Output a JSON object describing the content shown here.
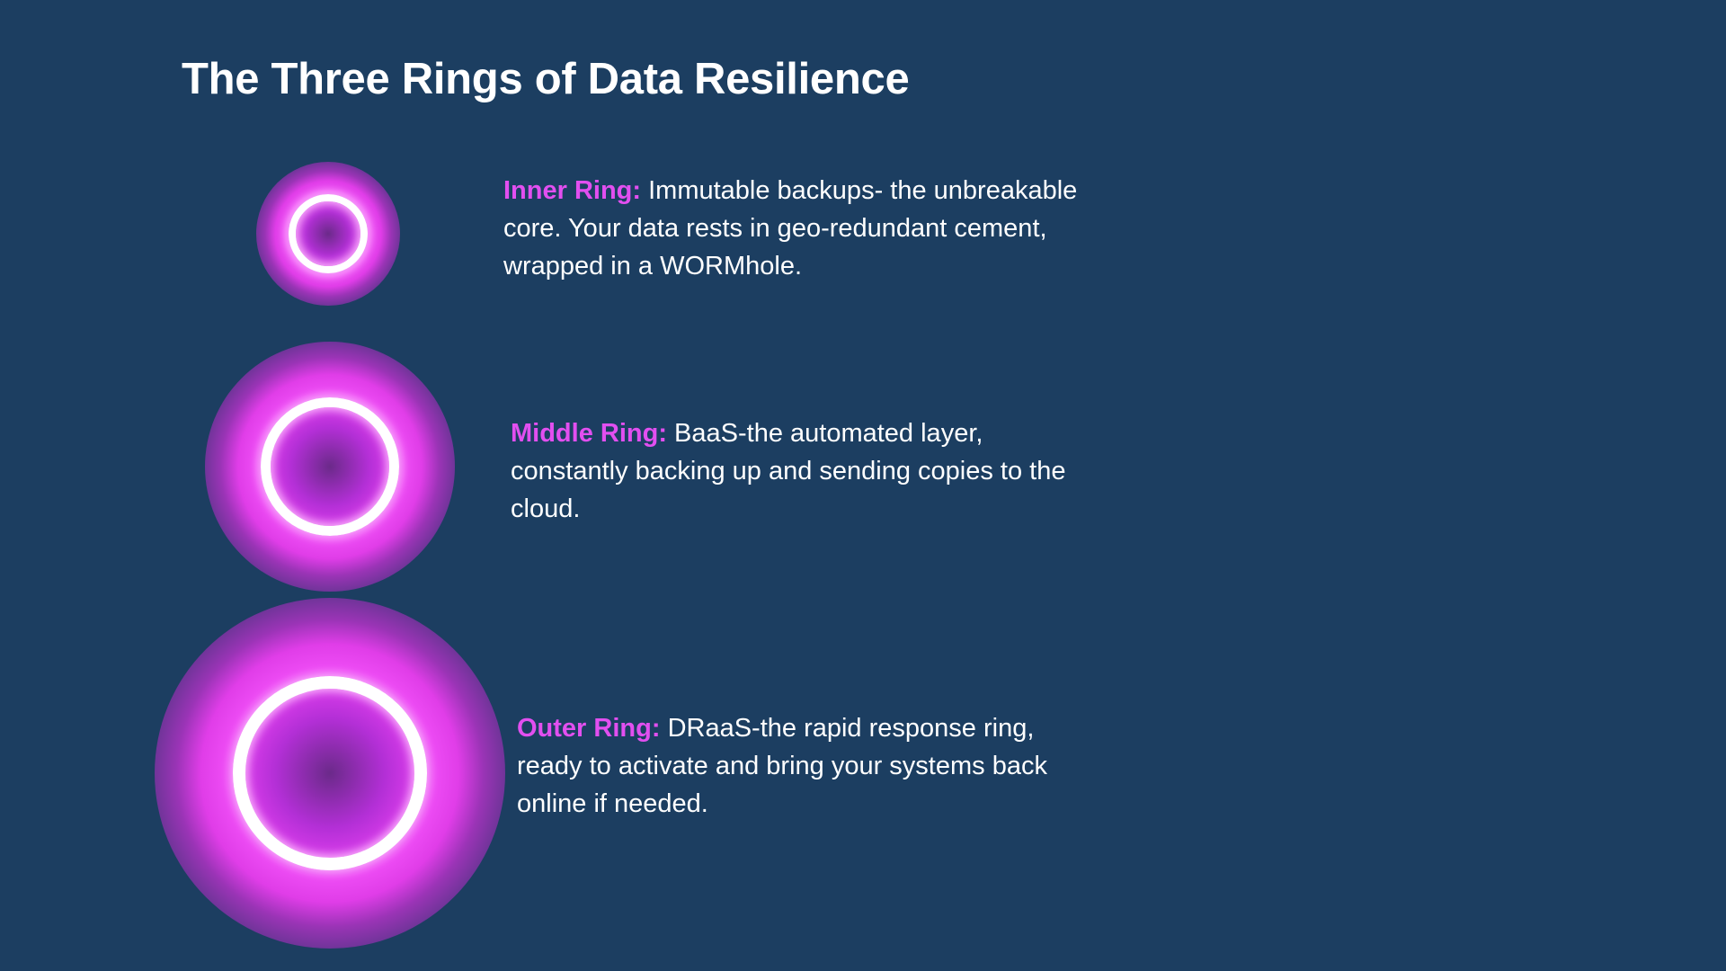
{
  "title": "The Three Rings of Data Resilience",
  "colors": {
    "background": "#1c3e61",
    "label_accent": "#e24ff0",
    "ring_glow": "#ee4cf5",
    "text": "#ffffff"
  },
  "rings": [
    {
      "label": "Inner Ring:",
      "text": "Immutable backups- the unbreakable core. Your data rests in geo-redundant cement, wrapped in a WORMhole."
    },
    {
      "label": "Middle Ring:",
      "text": "BaaS-the automated layer, constantly backing up and sending copies to the cloud."
    },
    {
      "label": "Outer Ring:",
      "text": "DRaaS-the rapid response ring, ready to activate and bring your systems back online if needed."
    }
  ]
}
